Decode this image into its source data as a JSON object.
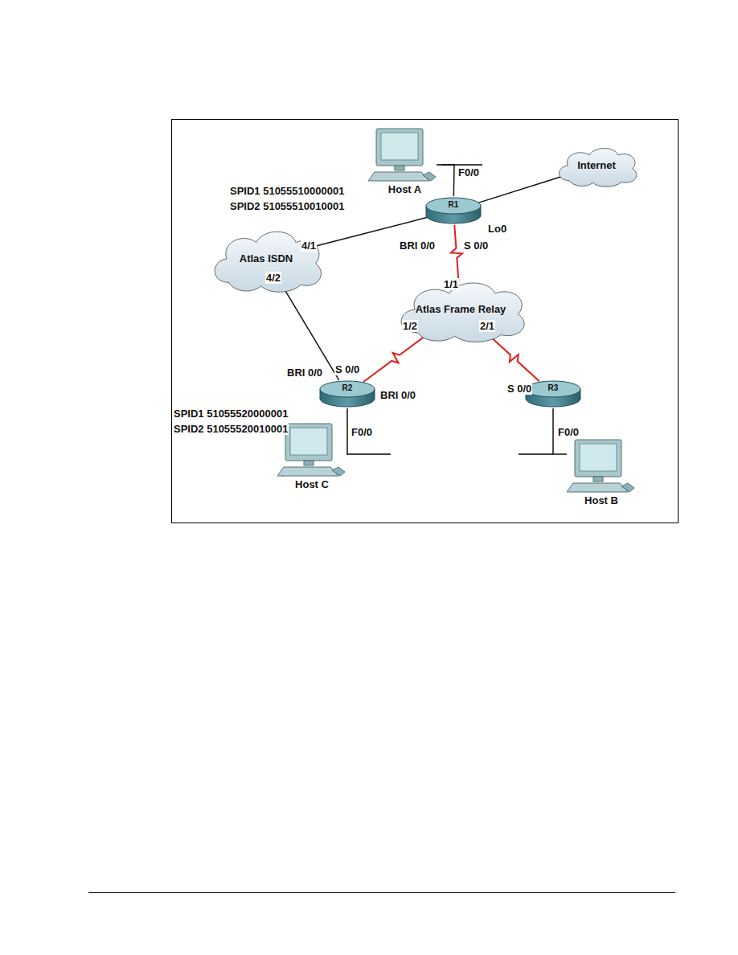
{
  "diagram": {
    "nodes": [
      {
        "text": [
          "Host A"
        ]
      },
      {
        "text": [
          "Internet"
        ]
      },
      {
        "text": [
          "R1"
        ]
      },
      {
        "text": [
          "Atlas ISDN"
        ]
      },
      {
        "text": [
          "Atlas Frame Relay"
        ]
      },
      {
        "text": [
          "R2"
        ]
      },
      {
        "text": [
          "R3"
        ]
      },
      {
        "text": [
          "Host C"
        ]
      },
      {
        "text": [
          "Host B"
        ]
      }
    ],
    "edges": [
      {
        "from": 0,
        "to": 2,
        "arrow": "none"
      },
      {
        "from": 2,
        "to": 1,
        "arrow": "none"
      },
      {
        "from": 2,
        "to": 3,
        "arrow": "none"
      },
      {
        "from": 2,
        "to": 4,
        "arrow": "none"
      },
      {
        "from": 3,
        "to": 5,
        "arrow": "none"
      },
      {
        "from": 4,
        "to": 5,
        "arrow": "none"
      },
      {
        "from": 4,
        "to": 6,
        "arrow": "none"
      },
      {
        "from": 5,
        "to": 7,
        "arrow": "none"
      },
      {
        "from": 6,
        "to": 8,
        "arrow": "none"
      }
    ],
    "labels": [
      "SPID1 51055510000001",
      "SPID2 51055510010001",
      "F0/0",
      "Lo0",
      "BRI 0/0",
      "S 0/0",
      "4/1",
      "4/2",
      "1/1",
      "1/2",
      "2/1",
      "BRI 0/0",
      "S 0/0",
      "BRI 0/0",
      "SPID1 51055520000001",
      "SPID2 51055520010001",
      "F0/0",
      "S 0/0",
      "F0/0"
    ]
  }
}
